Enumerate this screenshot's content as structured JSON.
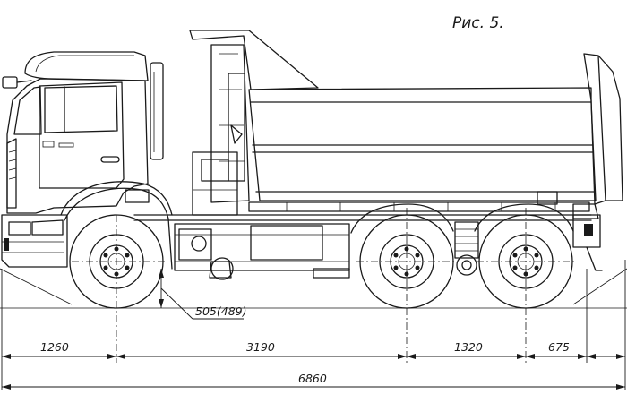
{
  "figure_label": "Рис. 5.",
  "dimensions": {
    "front_overhang": "1260",
    "wheelbase_front": "3190",
    "bogie_spacing": "1320",
    "rear_overhang": "675",
    "overall_length": "6860",
    "ground_clearance": "505(489)"
  },
  "icon": "dump-truck-side-view"
}
